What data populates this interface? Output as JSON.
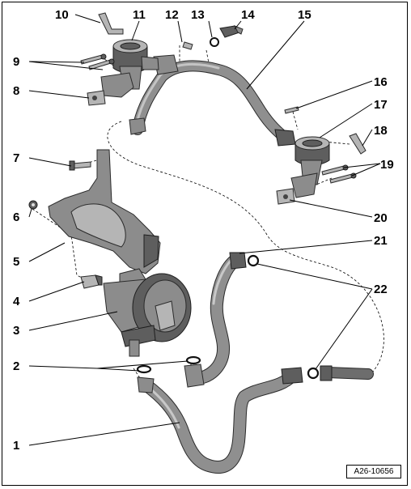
{
  "callouts": {
    "n1": "1",
    "n2": "2",
    "n3": "3",
    "n4": "4",
    "n5": "5",
    "n6": "6",
    "n7": "7",
    "n8": "8",
    "n9": "9",
    "n10": "10",
    "n11": "11",
    "n12": "12",
    "n13": "13",
    "n14": "14",
    "n15": "15",
    "n16": "16",
    "n17": "17",
    "n18": "18",
    "n19": "19",
    "n20": "20",
    "n21": "21",
    "n22": "22"
  },
  "reference_code": "A26-10656"
}
